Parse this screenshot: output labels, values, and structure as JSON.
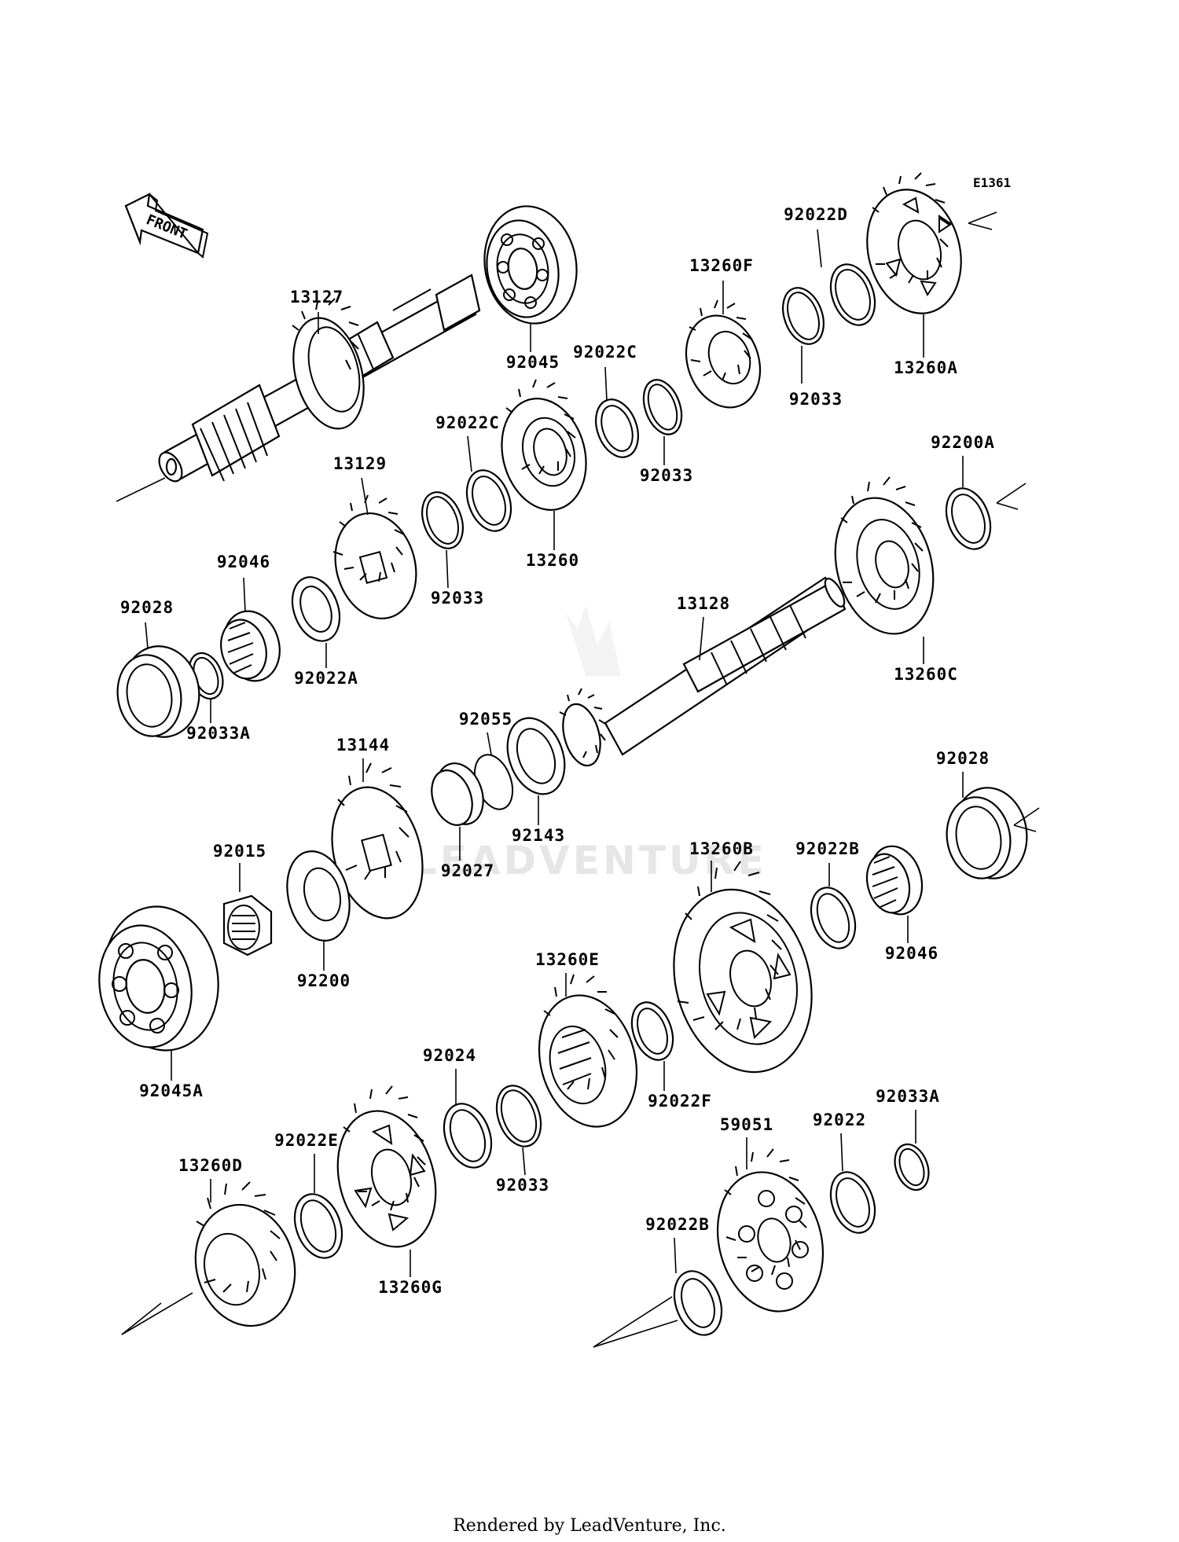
{
  "diagram": {
    "code": "E1361",
    "front_label": "FRONT",
    "watermark": "LEADVENTURE",
    "footer": "Rendered by LeadVenture, Inc.",
    "parts": [
      {
        "id": "p1",
        "label": "13127"
      },
      {
        "id": "p2",
        "label": "92045"
      },
      {
        "id": "p3",
        "label": "92022C"
      },
      {
        "id": "p4",
        "label": "13260F"
      },
      {
        "id": "p5",
        "label": "92022D"
      },
      {
        "id": "p6",
        "label": "13260A"
      },
      {
        "id": "p7",
        "label": "92033"
      },
      {
        "id": "p8",
        "label": "92022C"
      },
      {
        "id": "p9",
        "label": "92033"
      },
      {
        "id": "p10",
        "label": "13129"
      },
      {
        "id": "p11",
        "label": "13260"
      },
      {
        "id": "p12",
        "label": "92033"
      },
      {
        "id": "p13",
        "label": "92046"
      },
      {
        "id": "p14",
        "label": "92028"
      },
      {
        "id": "p15",
        "label": "92022A"
      },
      {
        "id": "p16",
        "label": "92033A"
      },
      {
        "id": "p17",
        "label": "92200A"
      },
      {
        "id": "p18",
        "label": "13128"
      },
      {
        "id": "p19",
        "label": "13260C"
      },
      {
        "id": "p20",
        "label": "92055"
      },
      {
        "id": "p21",
        "label": "13144"
      },
      {
        "id": "p22",
        "label": "92143"
      },
      {
        "id": "p23",
        "label": "92028"
      },
      {
        "id": "p24",
        "label": "92027"
      },
      {
        "id": "p25",
        "label": "92015"
      },
      {
        "id": "p26",
        "label": "13260B"
      },
      {
        "id": "p27",
        "label": "92022B"
      },
      {
        "id": "p28",
        "label": "92200"
      },
      {
        "id": "p29",
        "label": "92046"
      },
      {
        "id": "p30",
        "label": "13260E"
      },
      {
        "id": "p31",
        "label": "92045A"
      },
      {
        "id": "p32",
        "label": "92024"
      },
      {
        "id": "p33",
        "label": "92022F"
      },
      {
        "id": "p34",
        "label": "92033A"
      },
      {
        "id": "p35",
        "label": "59051"
      },
      {
        "id": "p36",
        "label": "92022"
      },
      {
        "id": "p37",
        "label": "13260D"
      },
      {
        "id": "p38",
        "label": "92022E"
      },
      {
        "id": "p39",
        "label": "92033"
      },
      {
        "id": "p40",
        "label": "92022B"
      },
      {
        "id": "p41",
        "label": "13260G"
      }
    ]
  }
}
